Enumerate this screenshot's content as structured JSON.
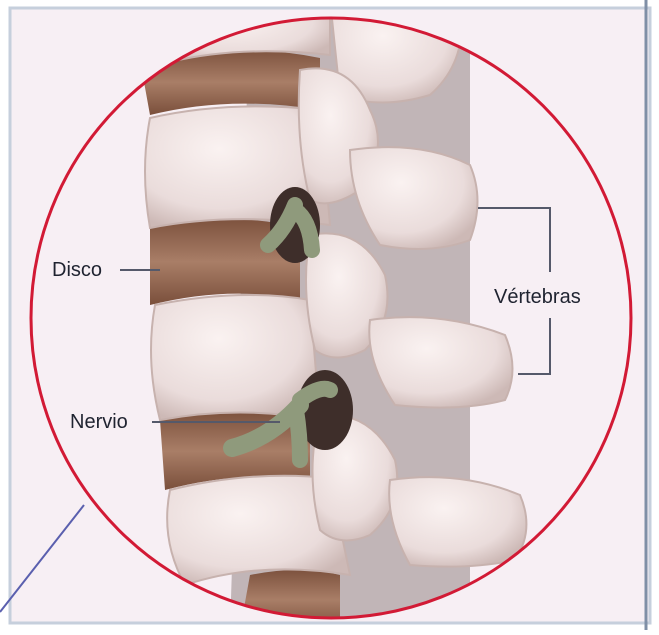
{
  "labels": {
    "disc": "Disco",
    "vertebrae": "Vértebras",
    "nerve": "Nervio"
  },
  "colors": {
    "background": "#f7eff4",
    "circle": "#d21a35",
    "bone": "#efe3e2",
    "bone_shadow": "#c9b4b1",
    "disc": "#9a6f5a",
    "nerve": "#8f9a7c",
    "leader_line": "#55596a",
    "frame": "#7f8fa6",
    "accent_line": "#5a5fae"
  }
}
